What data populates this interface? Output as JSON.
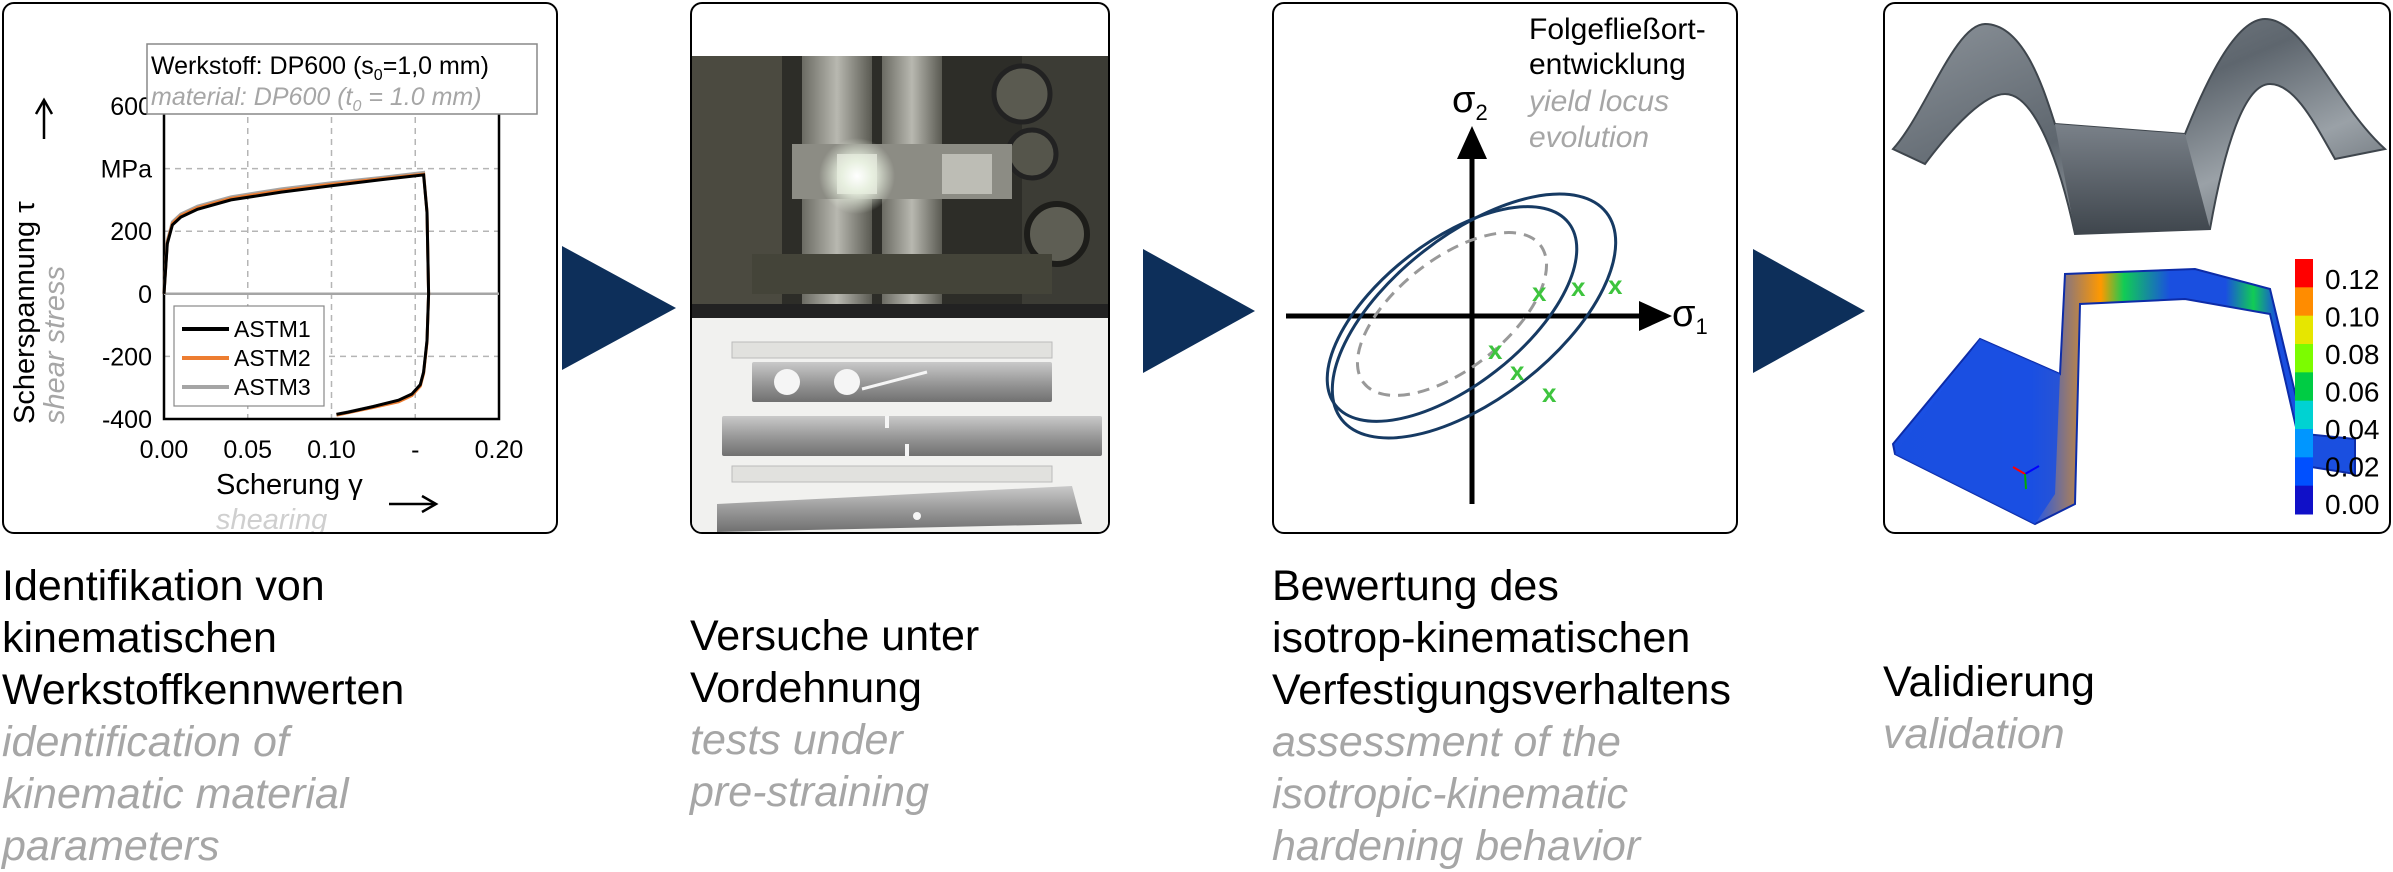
{
  "colors": {
    "navy": "#0d2f5a",
    "grey_text": "#a6a6a6",
    "astm1": "#000000",
    "astm2": "#ed7d31",
    "astm3": "#a5a5a5",
    "marker_green": "#3ec43e"
  },
  "panel1": {
    "material_de": "Werkstoff: DP600 (s",
    "material_de_sub": "0",
    "material_de_tail": "=1,0 mm)",
    "material_en": "material:   DP600 (t",
    "material_en_sub": "0",
    "material_en_tail": " = 1.0 mm)",
    "ylabel_de": "Scherspannung τ",
    "ylabel_en": "shear stress",
    "ylabel_unit": "MPa",
    "xlabel_de": "Scherung γ",
    "xlabel_en": "shearing",
    "chart_data": {
      "type": "line",
      "x_ticks": [
        "0.00",
        "0.05",
        "0.10",
        "-",
        "0.20"
      ],
      "y_ticks": [
        "600",
        "MPa",
        "200",
        "0",
        "-200",
        "-400"
      ],
      "xlim": [
        0.0,
        0.2
      ],
      "ylim": [
        -400,
        600
      ],
      "grid": true,
      "legend_position": "bottom-left",
      "series": [
        {
          "name": "ASTM1",
          "color": "#000000",
          "x": [
            0.0,
            0.002,
            0.005,
            0.01,
            0.02,
            0.04,
            0.07,
            0.1,
            0.13,
            0.155,
            0.157,
            0.158,
            0.157,
            0.155,
            0.153,
            0.148,
            0.14,
            0.125,
            0.11,
            0.103
          ],
          "y": [
            0,
            160,
            220,
            245,
            270,
            300,
            325,
            345,
            365,
            380,
            260,
            0,
            -150,
            -250,
            -290,
            -320,
            -340,
            -360,
            -378,
            -385
          ]
        },
        {
          "name": "ASTM2",
          "color": "#ed7d31",
          "x": [
            0.0,
            0.002,
            0.005,
            0.01,
            0.02,
            0.04,
            0.07,
            0.1,
            0.13,
            0.155,
            0.157,
            0.158,
            0.157,
            0.155,
            0.153,
            0.148,
            0.14,
            0.125,
            0.11,
            0.103
          ],
          "y": [
            0,
            165,
            225,
            250,
            275,
            305,
            330,
            350,
            368,
            382,
            260,
            0,
            -155,
            -255,
            -295,
            -325,
            -345,
            -363,
            -380,
            -388
          ]
        },
        {
          "name": "ASTM3",
          "color": "#a5a5a5",
          "x": [
            0.0,
            0.002,
            0.005,
            0.01,
            0.02,
            0.04,
            0.07,
            0.1,
            0.13,
            0.155,
            0.157,
            0.158,
            0.157,
            0.155,
            0.153,
            0.148,
            0.14,
            0.125,
            0.11,
            0.103
          ],
          "y": [
            0,
            170,
            230,
            255,
            280,
            310,
            335,
            355,
            372,
            388,
            265,
            0,
            -150,
            -250,
            -292,
            -322,
            -342,
            -360,
            -377,
            -385
          ]
        }
      ]
    }
  },
  "panel3": {
    "title_de_1": "Folgefließort-",
    "title_de_2": "entwicklung",
    "title_en_1": "yield locus",
    "title_en_2": "evolution",
    "sigma": "σ",
    "sigma2_sub": "2",
    "sigma1_sub": "1",
    "marker": "x"
  },
  "panel4": {
    "scale_values": [
      "0.12",
      "0.10",
      "0.08",
      "0.06",
      "0.04",
      "0.02",
      "0.00"
    ],
    "scale_colors": [
      "#ff0000",
      "#ff8c00",
      "#e6e600",
      "#7cfc00",
      "#00cc44",
      "#00d2d2",
      "#0096ff",
      "#0050ff",
      "#1010c8"
    ]
  },
  "captions": [
    {
      "de": [
        "Identifikation von",
        "kinematischen",
        "Werkstoffkennwerten"
      ],
      "en": [
        "identification of",
        "kinematic material",
        "parameters"
      ]
    },
    {
      "de": [
        "Versuche unter",
        "Vordehnung"
      ],
      "en": [
        "tests under",
        "pre-straining"
      ]
    },
    {
      "de": [
        "Bewertung des",
        "isotrop-kinematischen",
        "Verfestigungsverhaltens"
      ],
      "en": [
        "assessment of the",
        "isotropic-kinematic",
        "hardening behavior"
      ]
    },
    {
      "de": [
        "Validierung"
      ],
      "en": [
        "validation"
      ]
    }
  ]
}
